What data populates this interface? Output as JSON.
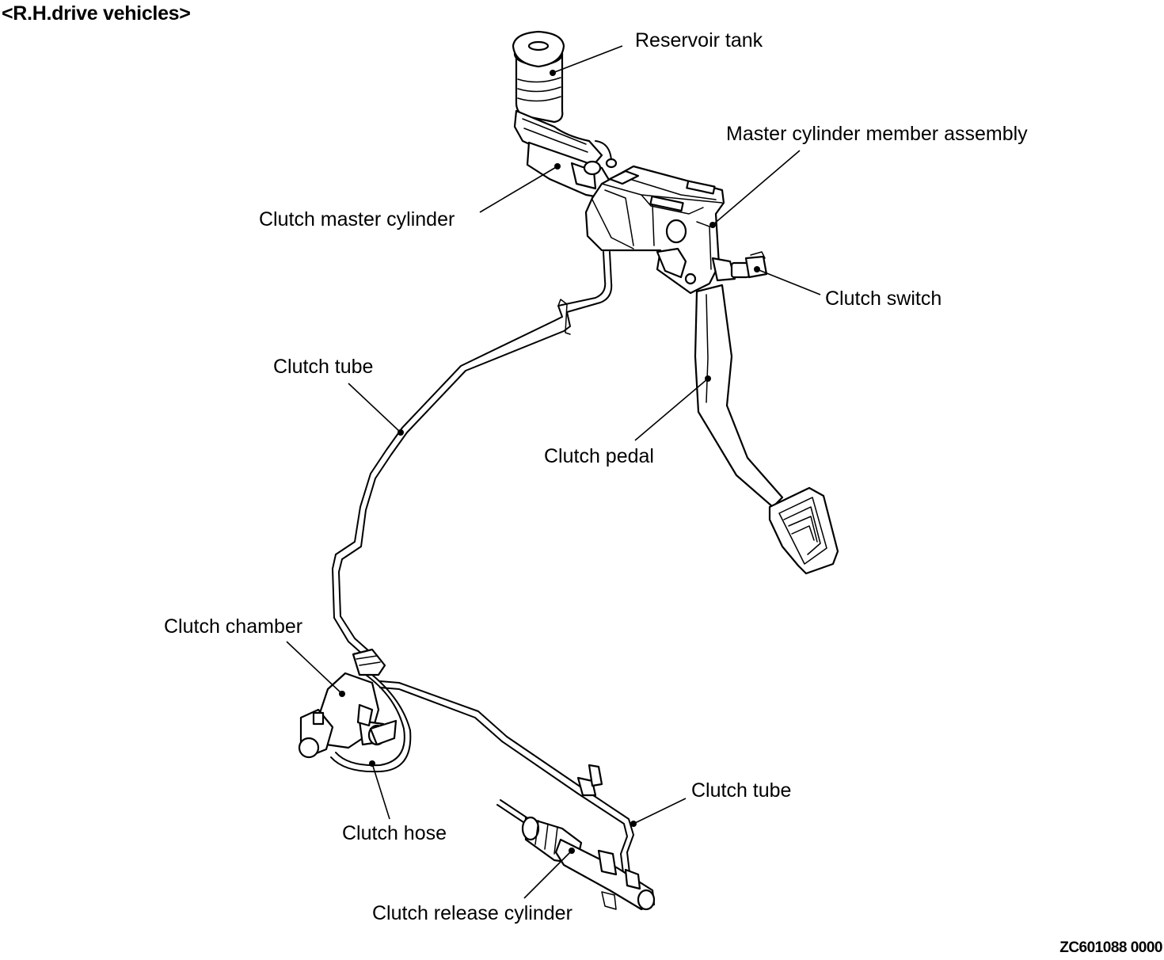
{
  "header": "<R.H.drive vehicles>",
  "figure_code": "ZC601088 0000",
  "labels": {
    "reservoir_tank": "Reservoir tank",
    "master_cylinder_member_assembly": "Master cylinder member assembly",
    "clutch_master_cylinder": "Clutch master cylinder",
    "clutch_switch": "Clutch switch",
    "clutch_tube_upper": "Clutch tube",
    "clutch_pedal": "Clutch pedal",
    "clutch_chamber": "Clutch chamber",
    "clutch_hose": "Clutch hose",
    "clutch_tube_lower": "Clutch tube",
    "clutch_release_cylinder": "Clutch release cylinder"
  }
}
